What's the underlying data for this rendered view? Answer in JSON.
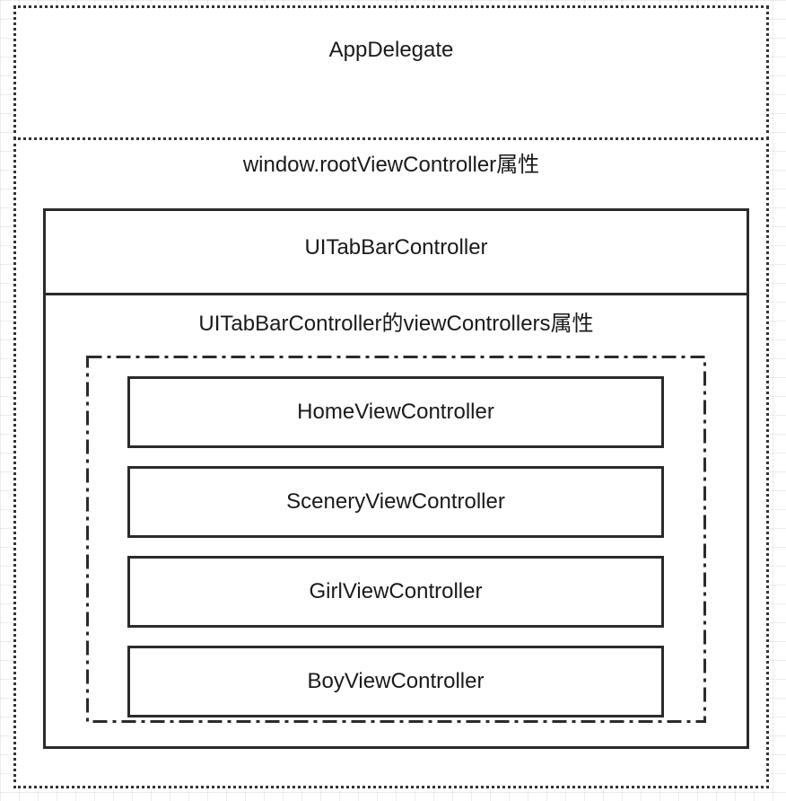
{
  "appdelegate": {
    "label": "AppDelegate"
  },
  "window": {
    "label": "window.rootViewController属性"
  },
  "tabbar": {
    "label": "UITabBarController"
  },
  "view_controllers_section": {
    "label": "UITabBarController的viewControllers属性"
  },
  "controllers": [
    {
      "label": "HomeViewController"
    },
    {
      "label": "SceneryViewController"
    },
    {
      "label": "GirlViewController"
    },
    {
      "label": "BoyViewController"
    }
  ],
  "colors": {
    "line": "#2b2b2b",
    "dotted_border": "#333333",
    "grid": "#ededed"
  }
}
